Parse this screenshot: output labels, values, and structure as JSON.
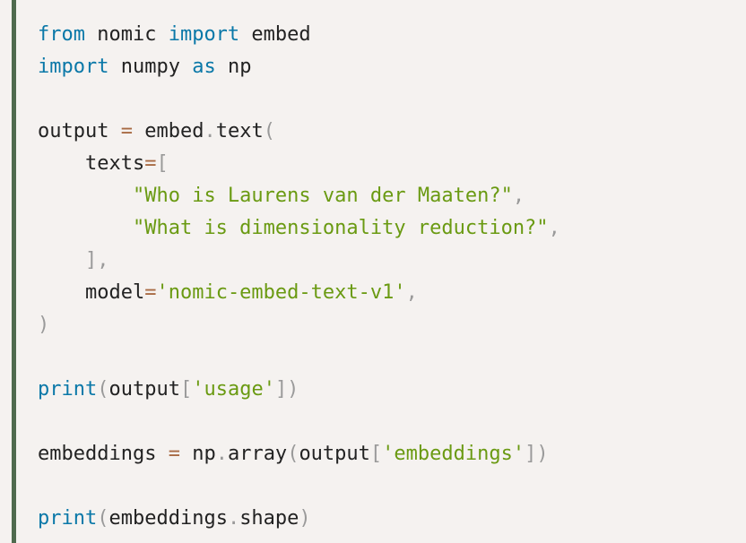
{
  "code_block": {
    "accent_bar_color": "#4f6a4e",
    "background": "#f5f2f0",
    "lines": [
      [
        {
          "t": "from",
          "k": "kw"
        },
        {
          "t": " nomic ",
          "k": "name"
        },
        {
          "t": "import",
          "k": "kw"
        },
        {
          "t": " embed",
          "k": "name"
        }
      ],
      [
        {
          "t": "import",
          "k": "kw"
        },
        {
          "t": " numpy ",
          "k": "name"
        },
        {
          "t": "as",
          "k": "kw"
        },
        {
          "t": " np",
          "k": "name"
        }
      ],
      [],
      [
        {
          "t": "output ",
          "k": "name"
        },
        {
          "t": "=",
          "k": "op"
        },
        {
          "t": " embed",
          "k": "name"
        },
        {
          "t": ".",
          "k": "punc"
        },
        {
          "t": "text",
          "k": "name"
        },
        {
          "t": "(",
          "k": "punc"
        }
      ],
      [
        {
          "t": "    texts",
          "k": "name"
        },
        {
          "t": "=",
          "k": "op"
        },
        {
          "t": "[",
          "k": "punc"
        }
      ],
      [
        {
          "t": "        ",
          "k": "name"
        },
        {
          "t": "\"Who is Laurens van der Maaten?\"",
          "k": "str"
        },
        {
          "t": ",",
          "k": "punc"
        }
      ],
      [
        {
          "t": "        ",
          "k": "name"
        },
        {
          "t": "\"What is dimensionality reduction?\"",
          "k": "str"
        },
        {
          "t": ",",
          "k": "punc"
        }
      ],
      [
        {
          "t": "    ",
          "k": "name"
        },
        {
          "t": "],",
          "k": "punc"
        }
      ],
      [
        {
          "t": "    model",
          "k": "name"
        },
        {
          "t": "=",
          "k": "op"
        },
        {
          "t": "'nomic-embed-text-v1'",
          "k": "str"
        },
        {
          "t": ",",
          "k": "punc"
        }
      ],
      [
        {
          "t": ")",
          "k": "punc"
        }
      ],
      [],
      [
        {
          "t": "print",
          "k": "kw"
        },
        {
          "t": "(",
          "k": "punc"
        },
        {
          "t": "output",
          "k": "name"
        },
        {
          "t": "[",
          "k": "punc"
        },
        {
          "t": "'usage'",
          "k": "str"
        },
        {
          "t": "])",
          "k": "punc"
        }
      ],
      [],
      [
        {
          "t": "embeddings ",
          "k": "name"
        },
        {
          "t": "=",
          "k": "op"
        },
        {
          "t": " np",
          "k": "name"
        },
        {
          "t": ".",
          "k": "punc"
        },
        {
          "t": "array",
          "k": "name"
        },
        {
          "t": "(",
          "k": "punc"
        },
        {
          "t": "output",
          "k": "name"
        },
        {
          "t": "[",
          "k": "punc"
        },
        {
          "t": "'embeddings'",
          "k": "str"
        },
        {
          "t": "])",
          "k": "punc"
        }
      ],
      [],
      [
        {
          "t": "print",
          "k": "kw"
        },
        {
          "t": "(",
          "k": "punc"
        },
        {
          "t": "embeddings",
          "k": "name"
        },
        {
          "t": ".",
          "k": "punc"
        },
        {
          "t": "shape",
          "k": "name"
        },
        {
          "t": ")",
          "k": "punc"
        }
      ]
    ]
  }
}
